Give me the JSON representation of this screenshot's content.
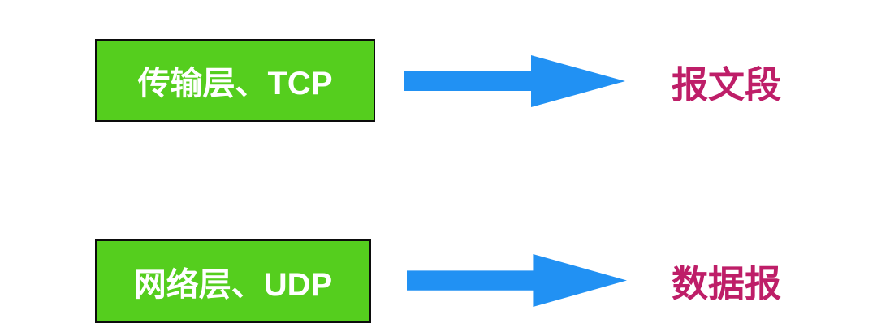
{
  "colors": {
    "background": "#ffffff",
    "box_fill": "#55ce1e",
    "box_border": "#0c0c0c",
    "box_text": "#ffffff",
    "arrow": "#2191f3",
    "result_text": "#be1e68"
  },
  "rows": [
    {
      "box_label": "传输层、TCP",
      "result_label": "报文段"
    },
    {
      "box_label": "网络层、UDP",
      "result_label": "数据报"
    }
  ]
}
